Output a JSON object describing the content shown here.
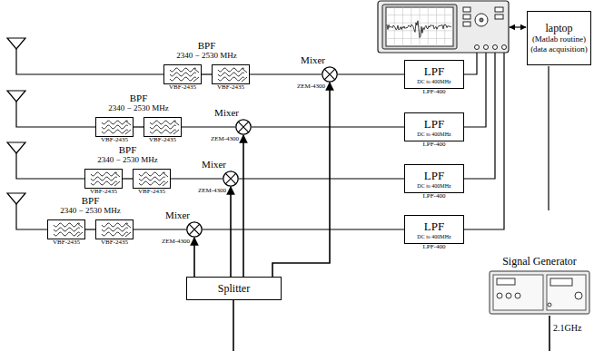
{
  "diagram": {
    "nodes": [
      {
        "text": [
          "laptop",
          "(Matlab routine)",
          "(data acquisition)"
        ]
      },
      {
        "text": [
          "VBF-2435"
        ]
      },
      {
        "text": [
          "VBF-2435"
        ]
      },
      {
        "text": [
          "Mixer",
          "ZEM-4300"
        ]
      },
      {
        "text": [
          "LPF",
          "DC to 400MHz",
          "LPF-400"
        ]
      },
      {
        "text": [
          "VBF-2435"
        ]
      },
      {
        "text": [
          "VBF-2435"
        ]
      },
      {
        "text": [
          "Mixer",
          "ZEM-4300"
        ]
      },
      {
        "text": [
          "LPF",
          "DC to 400MHz",
          "LPF-400"
        ]
      },
      {
        "text": [
          "VBF-2435"
        ]
      },
      {
        "text": [
          "VBF-2435"
        ]
      },
      {
        "text": [
          "Mixer",
          "ZEM-4300"
        ]
      },
      {
        "text": [
          "LPF",
          "DC to 400MHz",
          "LPF-400"
        ]
      },
      {
        "text": [
          "VBF-2435"
        ]
      },
      {
        "text": [
          "VBF-2435"
        ]
      },
      {
        "text": [
          "Mixer",
          "ZEM-4300"
        ]
      },
      {
        "text": [
          "LPF",
          "DC to 400MHz",
          "LPF-400"
        ]
      },
      {
        "text": [
          "Splitter"
        ]
      },
      {
        "text": [
          "Signal Generator"
        ]
      }
    ],
    "edges": [
      {
        "from": 1,
        "to": 2,
        "arrow": "none"
      },
      {
        "from": 2,
        "to": 3,
        "arrow": "none"
      },
      {
        "from": 3,
        "to": 4,
        "arrow": "none"
      },
      {
        "from": 5,
        "to": 6,
        "arrow": "none"
      },
      {
        "from": 6,
        "to": 7,
        "arrow": "none"
      },
      {
        "from": 7,
        "to": 8,
        "arrow": "none"
      },
      {
        "from": 9,
        "to": 10,
        "arrow": "none"
      },
      {
        "from": 10,
        "to": 11,
        "arrow": "none"
      },
      {
        "from": 11,
        "to": 12,
        "arrow": "none"
      },
      {
        "from": 13,
        "to": 14,
        "arrow": "none"
      },
      {
        "from": 14,
        "to": 15,
        "arrow": "none"
      },
      {
        "from": 15,
        "to": 16,
        "arrow": "none"
      },
      {
        "from": 17,
        "to": 3,
        "arrow": "to"
      },
      {
        "from": 17,
        "to": 7,
        "arrow": "to"
      },
      {
        "from": 17,
        "to": 11,
        "arrow": "to"
      },
      {
        "from": 17,
        "to": 15,
        "arrow": "to"
      }
    ],
    "labels": [
      "BPF",
      "2340 − 2530 MHz",
      "BPF",
      "2340 − 2530 MHz",
      "BPF",
      "2340 − 2530 MHz",
      "BPF",
      "2340 − 2530 MHz",
      "2.1GHz"
    ]
  }
}
